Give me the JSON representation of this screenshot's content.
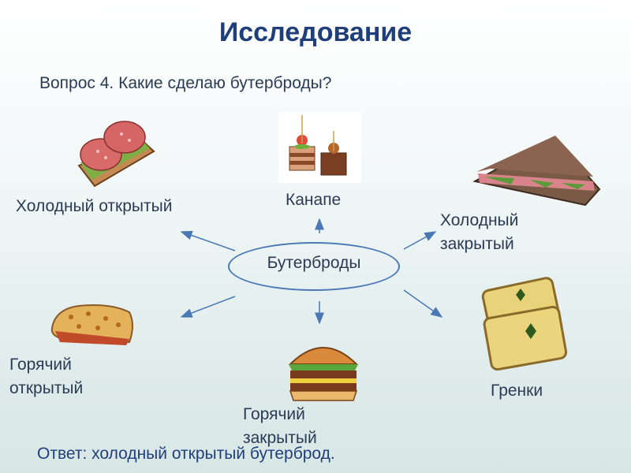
{
  "title": "Исследование",
  "question": "Вопрос 4. Какие сделаю бутерброды?",
  "center": "Бутерброды",
  "nodes": {
    "cold_open": "Холодный открытый",
    "canape": "Канапе",
    "cold_closed_line1": "Холодный",
    "cold_closed_line2": "закрытый",
    "hot_open_line1": "Горячий",
    "hot_open_line2": "открытый",
    "hot_closed_line1": "Горячий",
    "hot_closed_line2": "закрытый",
    "toast": "Гренки"
  },
  "answer": "Ответ: холодный открытый бутерброд.",
  "colors": {
    "title": "#1f3f7a",
    "text": "#2b3a55",
    "arrow": "#4a78b5"
  }
}
